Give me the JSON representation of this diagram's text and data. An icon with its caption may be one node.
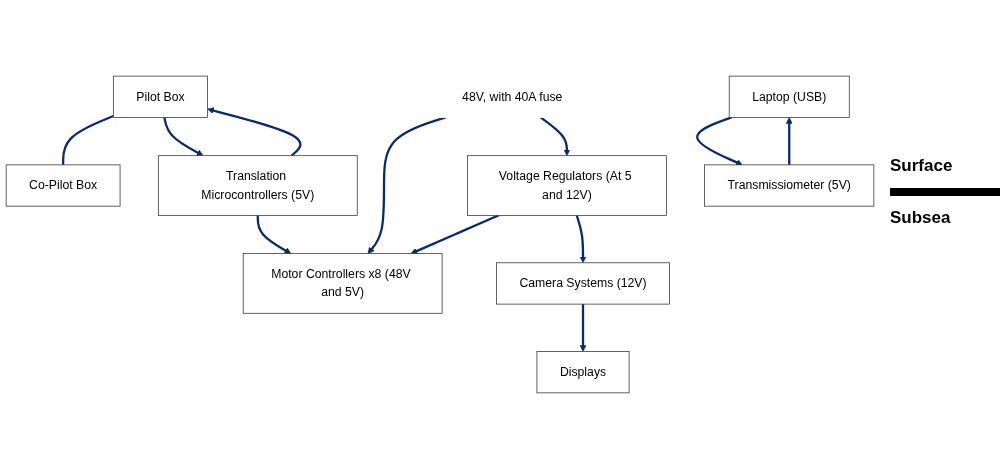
{
  "diagram": {
    "nodes": [
      {
        "text": [
          "Displays"
        ]
      },
      {
        "text": [
          "Pilot Box"
        ]
      },
      {
        "text": [
          "Co-Pilot Box"
        ]
      },
      {
        "text": [
          "48V, with 40A fuse"
        ]
      },
      {
        "text": [
          "Laptop (USB)"
        ]
      },
      {
        "text": [
          "Translation Microcontrollers (5V)"
        ]
      },
      {
        "text": [
          "Motor Controllers x8 (48V and 5V)"
        ]
      },
      {
        "text": [
          "Voltage Regulators (At 5 and 12V)"
        ]
      },
      {
        "text": [
          "Transmissiometer (5V)"
        ]
      },
      {
        "text": [
          "Camera Systems (12V)"
        ]
      }
    ],
    "edges": [
      {
        "from": 1,
        "to": 2,
        "arrow": "none"
      },
      {
        "from": 5,
        "to": 1,
        "arrow": "to"
      },
      {
        "from": 1,
        "to": 5,
        "arrow": "to"
      },
      {
        "from": 9,
        "to": 0,
        "arrow": "to"
      },
      {
        "from": 3,
        "to": 6,
        "arrow": "to"
      },
      {
        "from": 3,
        "to": 7,
        "arrow": "to"
      },
      {
        "from": 5,
        "to": 6,
        "arrow": "to"
      },
      {
        "from": 7,
        "to": 6,
        "arrow": "to"
      },
      {
        "from": 7,
        "to": 9,
        "arrow": "to"
      },
      {
        "from": 4,
        "to": 8,
        "arrow": "to"
      },
      {
        "from": 8,
        "to": 4,
        "arrow": "to"
      }
    ],
    "labels": [
      "Surface",
      "Subsea"
    ]
  }
}
